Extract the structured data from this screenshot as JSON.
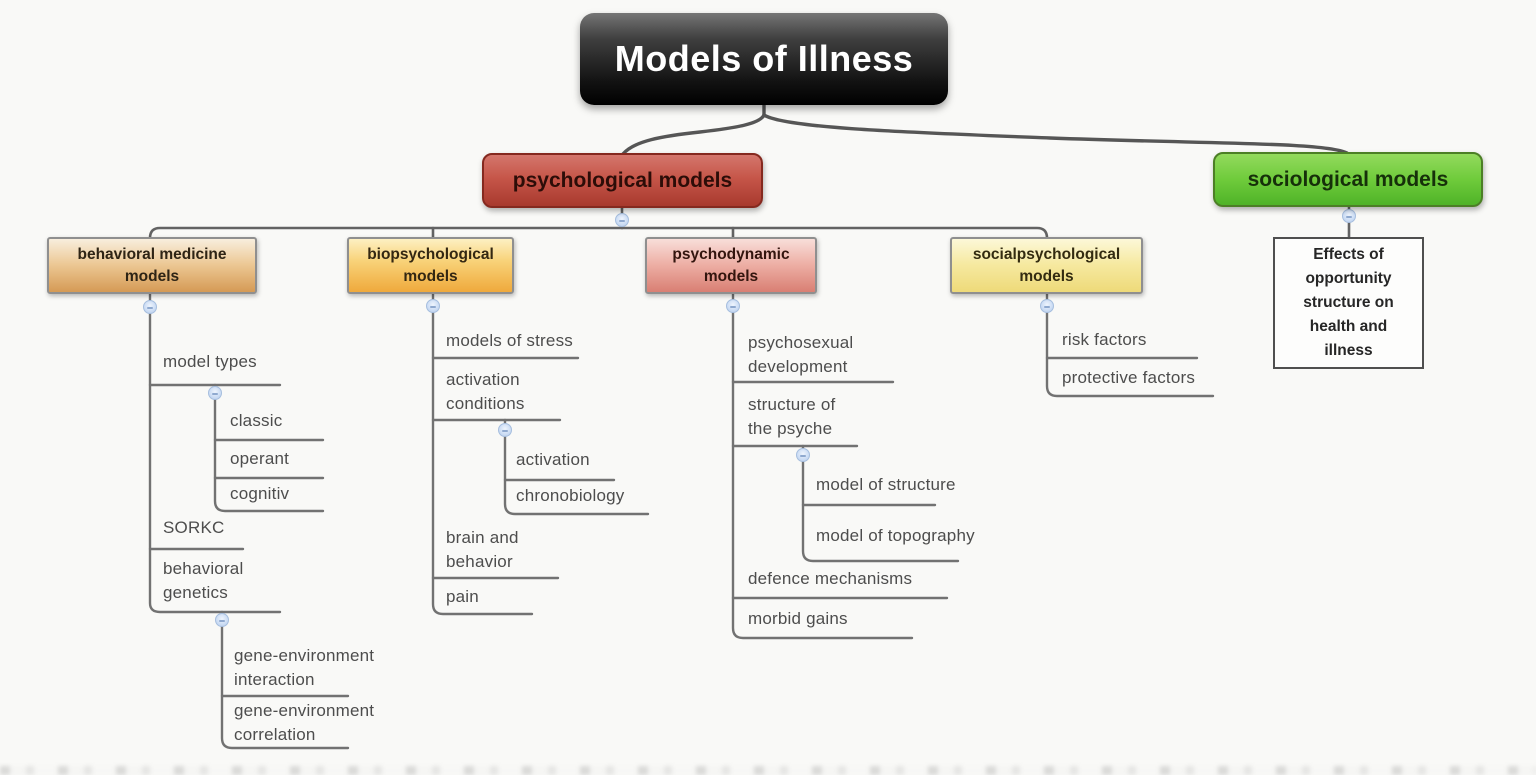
{
  "title": {
    "label": "Models of Illness"
  },
  "psychological": {
    "label": "psychological models",
    "groups": [
      {
        "label": "behavioral medicine\nmodels",
        "children": [
          {
            "label": "model types",
            "children": [
              {
                "label": "classic"
              },
              {
                "label": "operant"
              },
              {
                "label": "cognitiv"
              }
            ]
          },
          {
            "label": "SORKC"
          },
          {
            "label": "behavioral\ngenetics",
            "children": [
              {
                "label": "gene-environment\ninteraction"
              },
              {
                "label": "gene-environment\ncorrelation"
              }
            ]
          }
        ]
      },
      {
        "label": "biopsychological\nmodels",
        "children": [
          {
            "label": "models of stress"
          },
          {
            "label": "activation\nconditions",
            "children": [
              {
                "label": "activation"
              },
              {
                "label": "chronobiology"
              }
            ]
          },
          {
            "label": "brain and\nbehavior"
          },
          {
            "label": "pain"
          }
        ]
      },
      {
        "label": "psychodynamic\nmodels",
        "children": [
          {
            "label": "psychosexual\ndevelopment"
          },
          {
            "label": "structure of\nthe psyche",
            "children": [
              {
                "label": "model of structure"
              },
              {
                "label": "model of topography"
              }
            ]
          },
          {
            "label": "defence mechanisms"
          },
          {
            "label": "morbid gains"
          }
        ]
      },
      {
        "label": "socialpsychological\nmodels",
        "children": [
          {
            "label": "risk factors"
          },
          {
            "label": "protective factors"
          }
        ]
      }
    ]
  },
  "sociological": {
    "label": "sociological models",
    "children": [
      {
        "label": "Effects of\nopportunity\nstructure on\nhealth and\nillness"
      }
    ]
  },
  "icons": {
    "collapse_toggle": "collapse-toggle"
  },
  "colors": {
    "root_box": "#1d1d1d",
    "psychological_box": "#b9483c",
    "sociological_box": "#67c735",
    "behavioral_medicine_box": "#dfa967",
    "biopsychological_box": "#f2b045",
    "psychodynamic_box": "#dd8a80",
    "socialpsychological_box": "#f0df8a",
    "effects_box_border": "#4f4f4f",
    "connector_line": "#6f6f6f",
    "leaf_text": "#4d4d4d",
    "toggle_icon": "#c8d9f2"
  }
}
